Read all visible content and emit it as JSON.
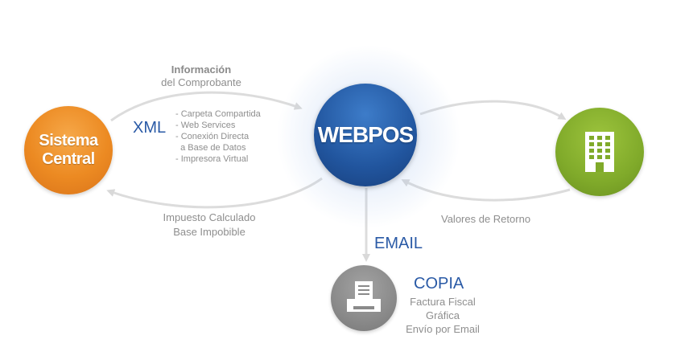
{
  "nodes": {
    "sistema": {
      "line1": "Sistema",
      "line2": "Central"
    },
    "webpos": {
      "label": "WEBPOS"
    },
    "edificio": {
      "icon": "building-icon"
    },
    "impresora": {
      "icon": "printer-icon"
    }
  },
  "labels": {
    "info_bold": "Información",
    "info_sub": "del Comprobante",
    "xml": "XML",
    "xml_items": [
      "- Carpeta Compartida",
      "- Web Services",
      "- Conexión Directa",
      "  a Base de Datos",
      "- Impresora Virtual"
    ],
    "impuesto_1": "Impuesto Calculado",
    "impuesto_2": "Base Impobible",
    "valores": "Valores de Retorno",
    "email": "EMAIL",
    "copia": "COPIA",
    "copia_items": [
      "Factura Fiscal",
      "Gráfica",
      "Envío por Email"
    ]
  },
  "colors": {
    "orange": "#ec8a22",
    "blue": "#21559e",
    "green": "#80aa2a",
    "gray": "#8a8a8a",
    "text_blue": "#2a5aa6",
    "arrow": "#dcdcdc"
  }
}
